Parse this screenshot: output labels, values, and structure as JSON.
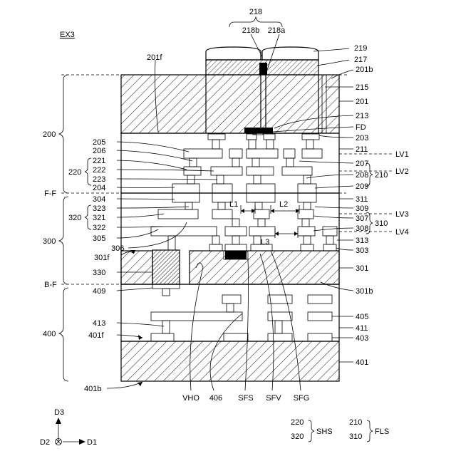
{
  "figure": {
    "id": "EX3",
    "tags": {
      "t218": "218",
      "t218b": "218b",
      "t218a": "218a",
      "t219": "219",
      "t217": "217",
      "t201b": "201b",
      "t201f": "201f",
      "t215": "215",
      "t201": "201",
      "t213": "213",
      "tFD": "FD",
      "t203": "203",
      "t211": "211",
      "t205": "205",
      "t206": "206",
      "t221": "221",
      "t222": "222",
      "t223": "223",
      "t220": "220",
      "t204": "204",
      "t207": "207",
      "t208": "208",
      "t209": "209",
      "t210": "210",
      "tLV1": "LV1",
      "tLV2": "LV2",
      "tLV3": "LV3",
      "tLV4": "LV4",
      "t200": "200",
      "tFF": "F-F",
      "t311": "311",
      "t304": "304",
      "t323": "323",
      "t321": "321",
      "t322": "322",
      "t320": "320",
      "t309": "309",
      "t307": "307",
      "t308": "308",
      "t310": "310",
      "tL1": "L1",
      "tL2": "L2",
      "tL3": "L3",
      "t305": "305",
      "t306": "306",
      "t313": "313",
      "t303": "303",
      "t300": "300",
      "t301f": "301f",
      "t330": "330",
      "t301": "301",
      "tBF": "B-F",
      "t301b": "301b",
      "t409": "409",
      "t405": "405",
      "t411": "411",
      "t413": "413",
      "t400": "400",
      "t401f": "401f",
      "t403": "403",
      "t401": "401",
      "t401b": "401b",
      "tVHO": "VHO",
      "t406": "406",
      "tSFS": "SFS",
      "tSFV": "SFV",
      "tSFG": "SFG"
    }
  },
  "legend": {
    "shs_a": "220",
    "shs_b": "320",
    "shs_label": "SHS",
    "fls_a": "210",
    "fls_b": "310",
    "fls_label": "FLS"
  },
  "axes": {
    "d3": "D3",
    "d2": "D2",
    "d1": "D1"
  }
}
